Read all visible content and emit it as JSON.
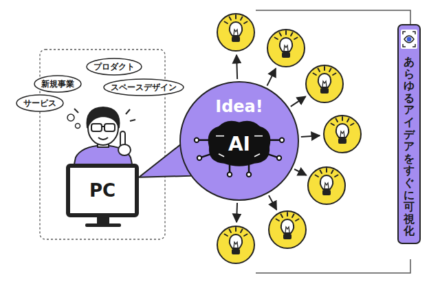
{
  "diagram": {
    "nodes": [
      {
        "text": [
          "プロダクト"
        ]
      },
      {
        "text": [
          "新規事業"
        ]
      },
      {
        "text": [
          "スペースデザイン"
        ]
      },
      {
        "text": [
          "サービス"
        ]
      },
      {
        "text": [
          "PC"
        ]
      },
      {
        "text": [
          "Idea!",
          "AI"
        ]
      },
      {
        "text": [
          "あらゆるアイデアをすぐに可視化"
        ]
      }
    ],
    "edges": [
      {
        "from": 4,
        "to": 5,
        "arrow": "none"
      }
    ]
  }
}
